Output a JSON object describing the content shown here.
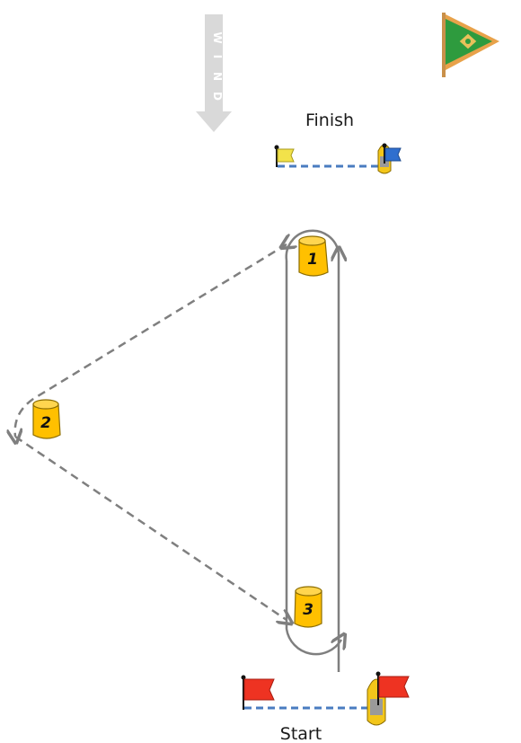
{
  "wind": {
    "letters": [
      "W",
      "I",
      "N",
      "D"
    ]
  },
  "labels": {
    "finish": "Finish",
    "start": "Start"
  },
  "marks": [
    {
      "id": "mark-1",
      "number": "1"
    },
    {
      "id": "mark-2",
      "number": "2"
    },
    {
      "id": "mark-3",
      "number": "3"
    }
  ],
  "colors": {
    "course_line": "#7f7f7f",
    "line_blue": "#4a7cc0",
    "mark_yellow": "#ffc000",
    "flag_red": "#ee3322",
    "flag_yellow": "#f2e24a",
    "flag_blue": "#2f6fcf",
    "burgee_green": "#2e9b3e",
    "burgee_gold": "#e8a24a",
    "wind_arrow": "#d9d9d9"
  },
  "icons": [
    "wind-arrow-icon",
    "club-burgee-icon",
    "flag-icon",
    "committee-boat-icon",
    "mark-buoy-icon"
  ]
}
